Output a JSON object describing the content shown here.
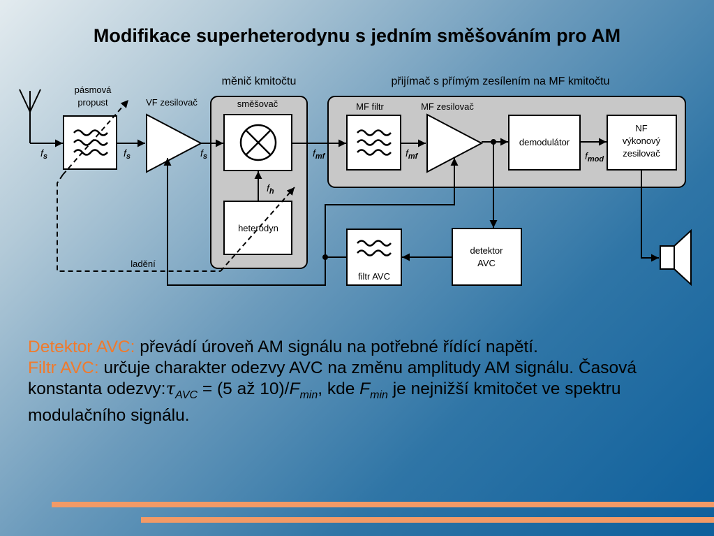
{
  "title": "Modifikace superheterodynu s jedním směšováním pro AM",
  "groups": {
    "converter": "měnič kmitočtu",
    "receiver": "přijímač s přímým zesílením na MF kmitočtu"
  },
  "blocks": {
    "bandpass_line1": "pásmová",
    "bandpass_line2": "propust",
    "rf_amp": "VF zesilovač",
    "mixer": "směšovač",
    "local_osc": "heterodyn",
    "if_filter": "MF filtr",
    "if_amp": "MF zesilovač",
    "demodulator": "demodulátor",
    "af_line1": "NF",
    "af_line2": "výkonový",
    "af_line3": "zesilovač",
    "agc_det_line1": "detektor",
    "agc_det_line2": "AVC",
    "agc_filter": "filtr AVC",
    "tuning": "ladění"
  },
  "signals": {
    "f_letter": "f",
    "s_sub": "s",
    "h_sub": "h",
    "mf_sub": "mf",
    "mod_sub": "mod"
  },
  "text": {
    "det_label": "Detektor AVC:",
    "det_desc": " převádí úroveň AM signálu na potřebné řídící napětí.",
    "filt_label": "Filtr AVC:",
    "filt_desc": " určuje charakter odezvy AVC na změnu amplitudy AM signálu. Časová konstanta odezvy:",
    "tau": "τ",
    "avc_sub": "AVC",
    "eq": " = (5 až 10)/",
    "F": "F",
    "min_sub": "min",
    "kde": ", kde ",
    "je": " je nejnižší kmitočet ve spektru modulačního signálu."
  }
}
